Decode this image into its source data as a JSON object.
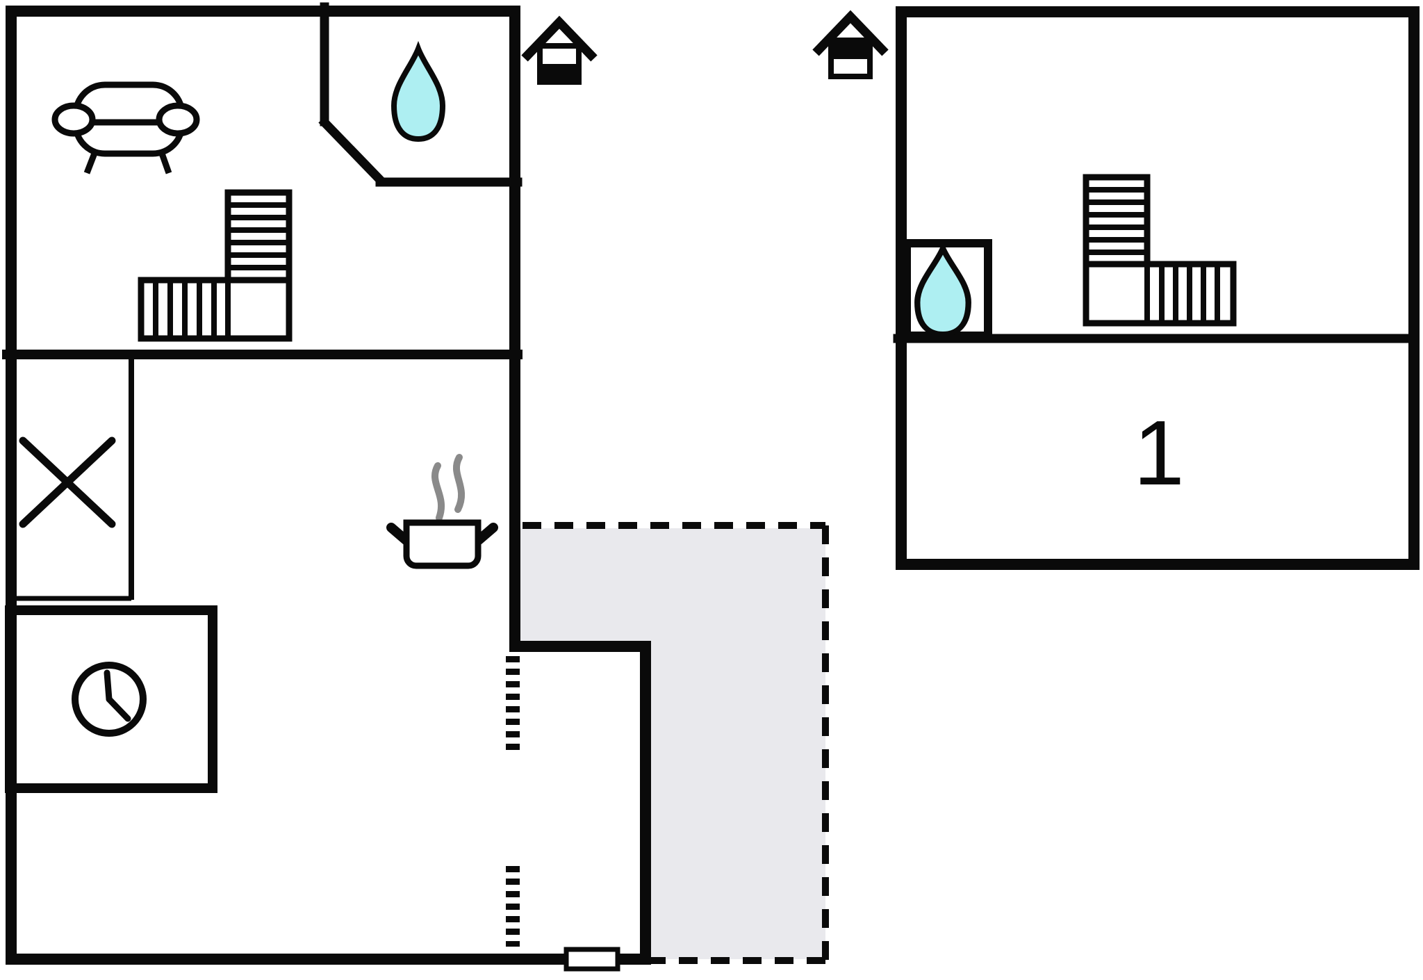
{
  "colors": {
    "wall": "#0a0a0a",
    "bg": "#ffffff",
    "terrace": "#e9e9ed",
    "water": "#aeeff2",
    "steam": "#8a8a8a"
  },
  "labels": {
    "first_floor_room": "1"
  },
  "floors": [
    {
      "name": "ground-floor",
      "indicator": "house-icon-lower-half-filled",
      "features": [
        "sofa",
        "bathroom-water-drop",
        "l-shaped-staircase",
        "x-marker",
        "clock",
        "cooking-pot-with-steam",
        "dashed-terrace",
        "door-opening-dashes",
        "door-marker"
      ]
    },
    {
      "name": "first-floor",
      "indicator": "house-icon-upper-half-filled",
      "room_label": "1",
      "features": [
        "bathroom-water-drop",
        "l-shaped-staircase",
        "room-1"
      ]
    }
  ]
}
